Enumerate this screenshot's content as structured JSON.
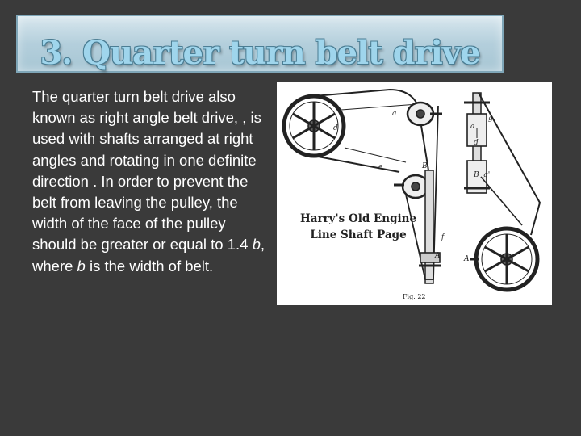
{
  "slide": {
    "title": "3. Quarter turn belt drive",
    "body": {
      "part1": "The quarter turn belt drive also known as right angle belt drive, , is used with shafts arranged at right angles and rotating in one definite direction . In order to prevent the belt from leaving the pulley, the width of the face of the pulley should be greater or equal to 1.4 ",
      "var1": "b",
      "part2": ", where ",
      "var2": "b",
      "part3": " is the width of belt."
    }
  },
  "figure": {
    "caption_line1": "Harry's Old Engine",
    "caption_line2": "Line Shaft Page",
    "fig_label": "Fig. 22",
    "labels": {
      "a": "a",
      "b_upper": "B",
      "d": "d",
      "e": "e",
      "f": "f",
      "A": "A",
      "g": "g",
      "d2": "d",
      "B2": "B",
      "g2": "g'",
      "A2": "A",
      "a2": "a"
    }
  },
  "colors": {
    "background": "#3a3a3a",
    "title_fill": "#9fd5ec",
    "text": "#ffffff"
  }
}
